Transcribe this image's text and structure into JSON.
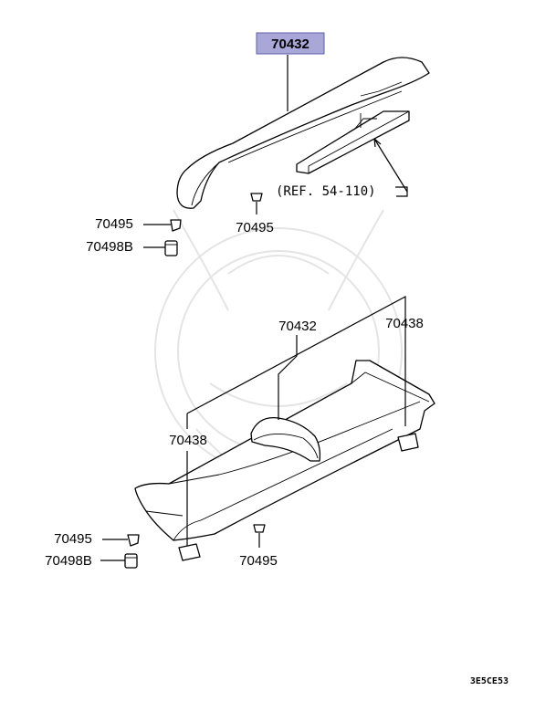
{
  "diagram": {
    "highlight_color": "#a9a7d8",
    "labels": {
      "top_spoiler": "70432",
      "ref": "(REF. 54-110)",
      "top_center_clip": "70495",
      "top_left_clip": "70495",
      "top_left_grommet": "70498B",
      "bottom_spoiler": "70432",
      "bottom_right_pad": "70438",
      "bottom_left_pad": "70438",
      "bottom_left_clip": "70495",
      "bottom_left_grommet": "70498B",
      "bottom_center_clip": "70495"
    },
    "diagram_code": "3E5CE53"
  }
}
